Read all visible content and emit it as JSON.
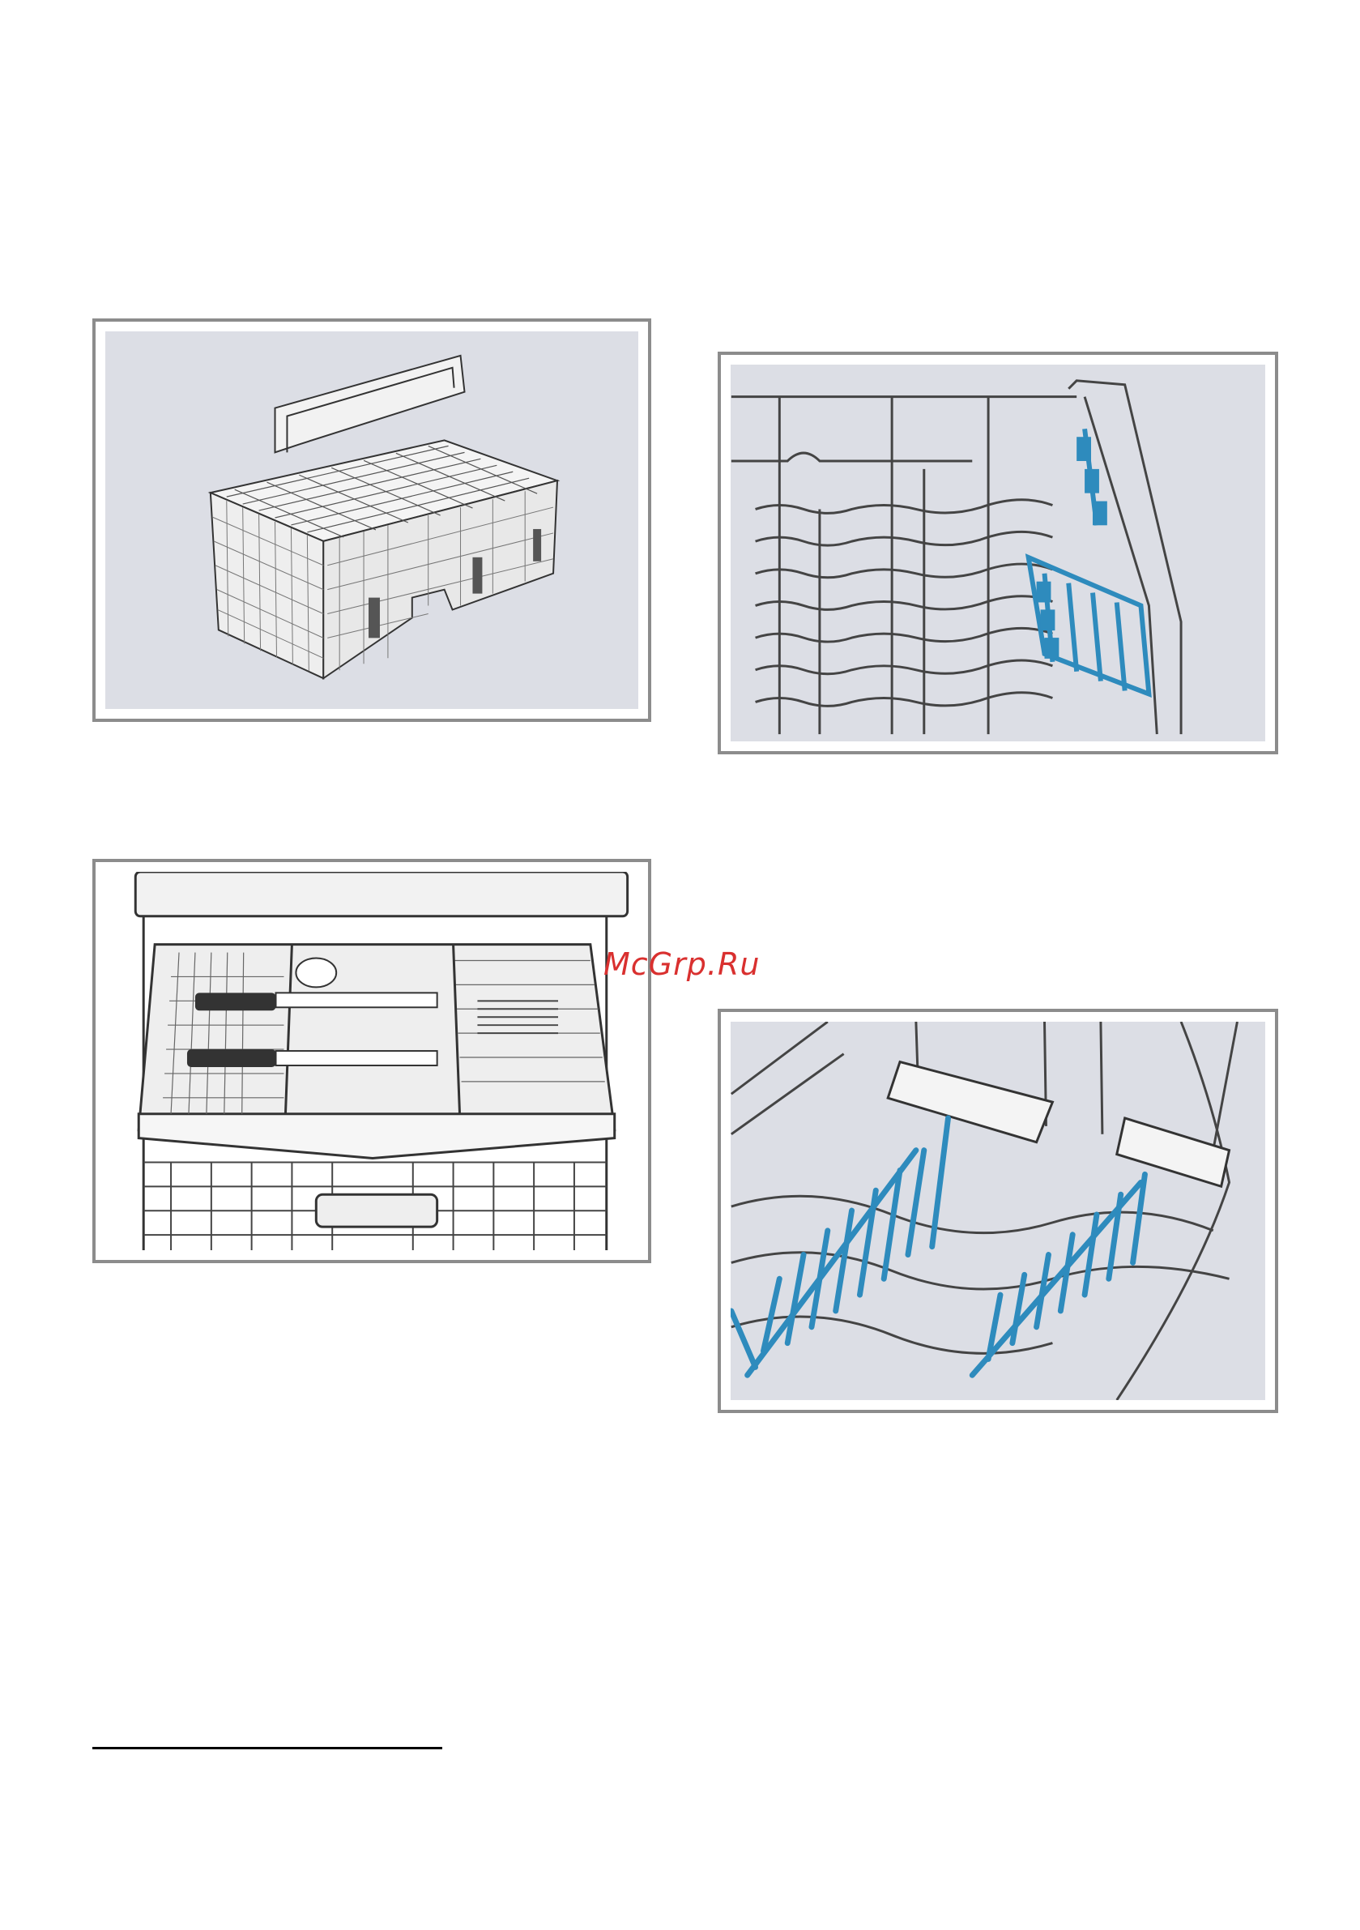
{
  "watermark": {
    "text": "McGrp.Ru",
    "color": "#d9302f"
  },
  "figures": [
    {
      "name": "cutlery-basket",
      "panel_color": "#dcdee5"
    },
    {
      "name": "upper-rack-etagere",
      "highlight_color": "#2e8bbd"
    },
    {
      "name": "cutlery-drawer"
    },
    {
      "name": "lower-rack-folding-tines",
      "highlight_color": "#2e8bbd"
    }
  ]
}
